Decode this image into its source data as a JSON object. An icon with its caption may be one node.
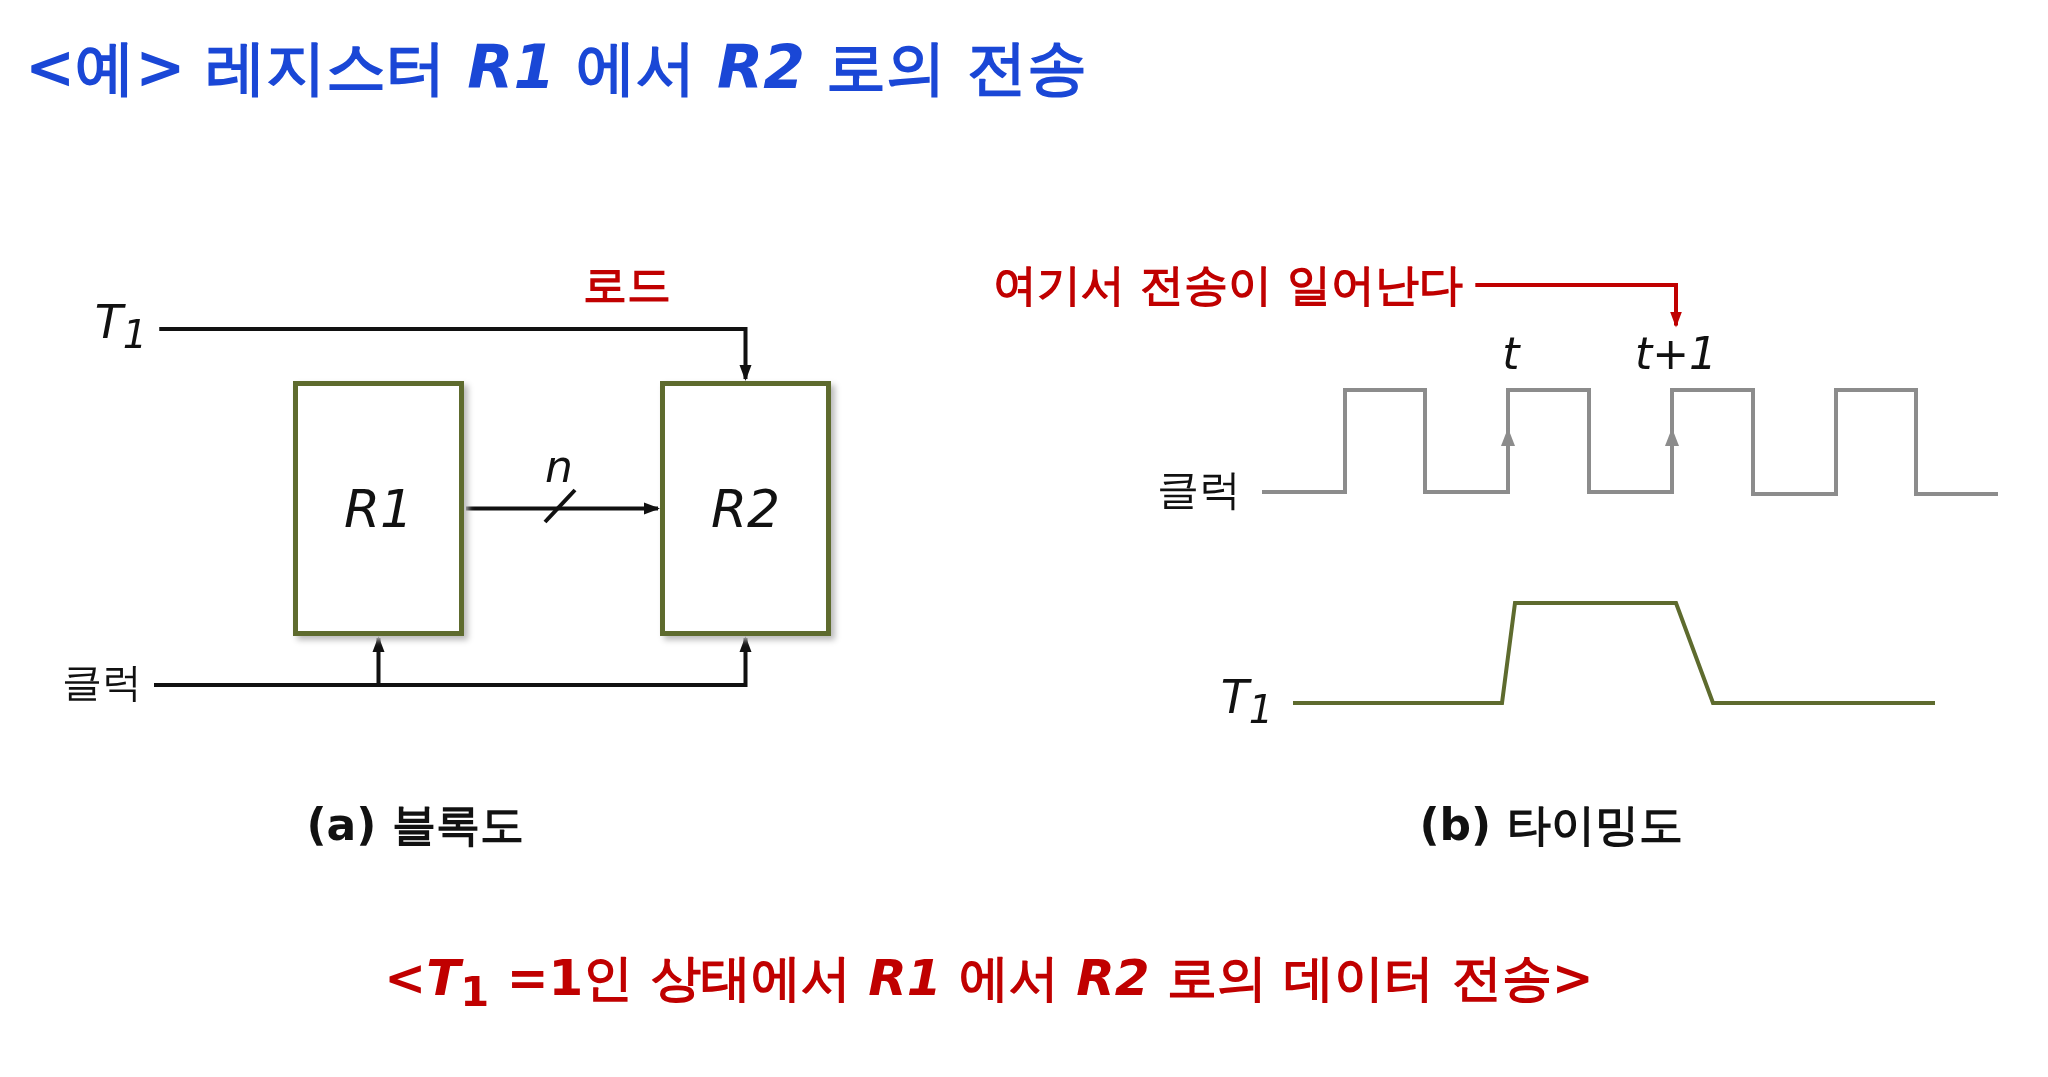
{
  "diagram": {
    "title": "<예> 레지스터 *R1* 에서 *R2* 로의 전송",
    "caption": "<*T*$_{1}$ =1인 상태에서 *R1* 에서 *R2* 로의 데이터 전송>",
    "nodes": [
      {
        "text": [
          "R1"
        ]
      },
      {
        "text": [
          "R2"
        ]
      },
      {
        "text": [
          "T$_{1}$"
        ]
      },
      {
        "text": [
          "클럭"
        ]
      },
      {
        "text": [
          "여기서 전송이 일어난다"
        ]
      },
      {
        "text": [
          "t+1"
        ]
      }
    ],
    "edges": [
      {
        "from": 2,
        "to": 1,
        "arrow": "to",
        "label": "로드"
      },
      {
        "from": 3,
        "to": 0,
        "arrow": "to"
      },
      {
        "from": 3,
        "to": 1,
        "arrow": "to"
      },
      {
        "from": 0,
        "to": 1,
        "arrow": "to",
        "label": "n"
      },
      {
        "from": 4,
        "to": 5,
        "arrow": "to",
        "color": "#c00000"
      }
    ],
    "labels": [
      "t",
      "클럭",
      "T$_{1}$",
      "(a) 블록도",
      "(b) 타이밍도"
    ]
  }
}
